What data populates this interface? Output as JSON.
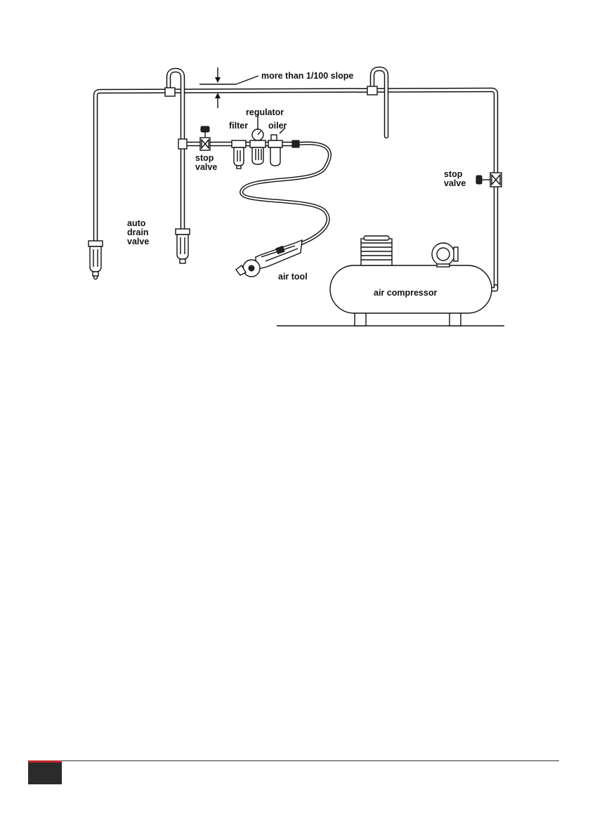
{
  "diagram": {
    "labels": {
      "slope": "more than 1/100 slope",
      "regulator": "regulator",
      "filter": "filter",
      "oiler": "oiler",
      "stop_valve_left": [
        "stop",
        "valve"
      ],
      "stop_valve_right": [
        "stop",
        "valve"
      ],
      "auto_drain_valve": [
        "auto",
        "drain",
        "valve"
      ],
      "air_tool": "air tool",
      "air_compressor": "air compressor"
    }
  },
  "footer": {
    "accent_color": "#c0272d",
    "tab_color": "#2b2b2b"
  }
}
